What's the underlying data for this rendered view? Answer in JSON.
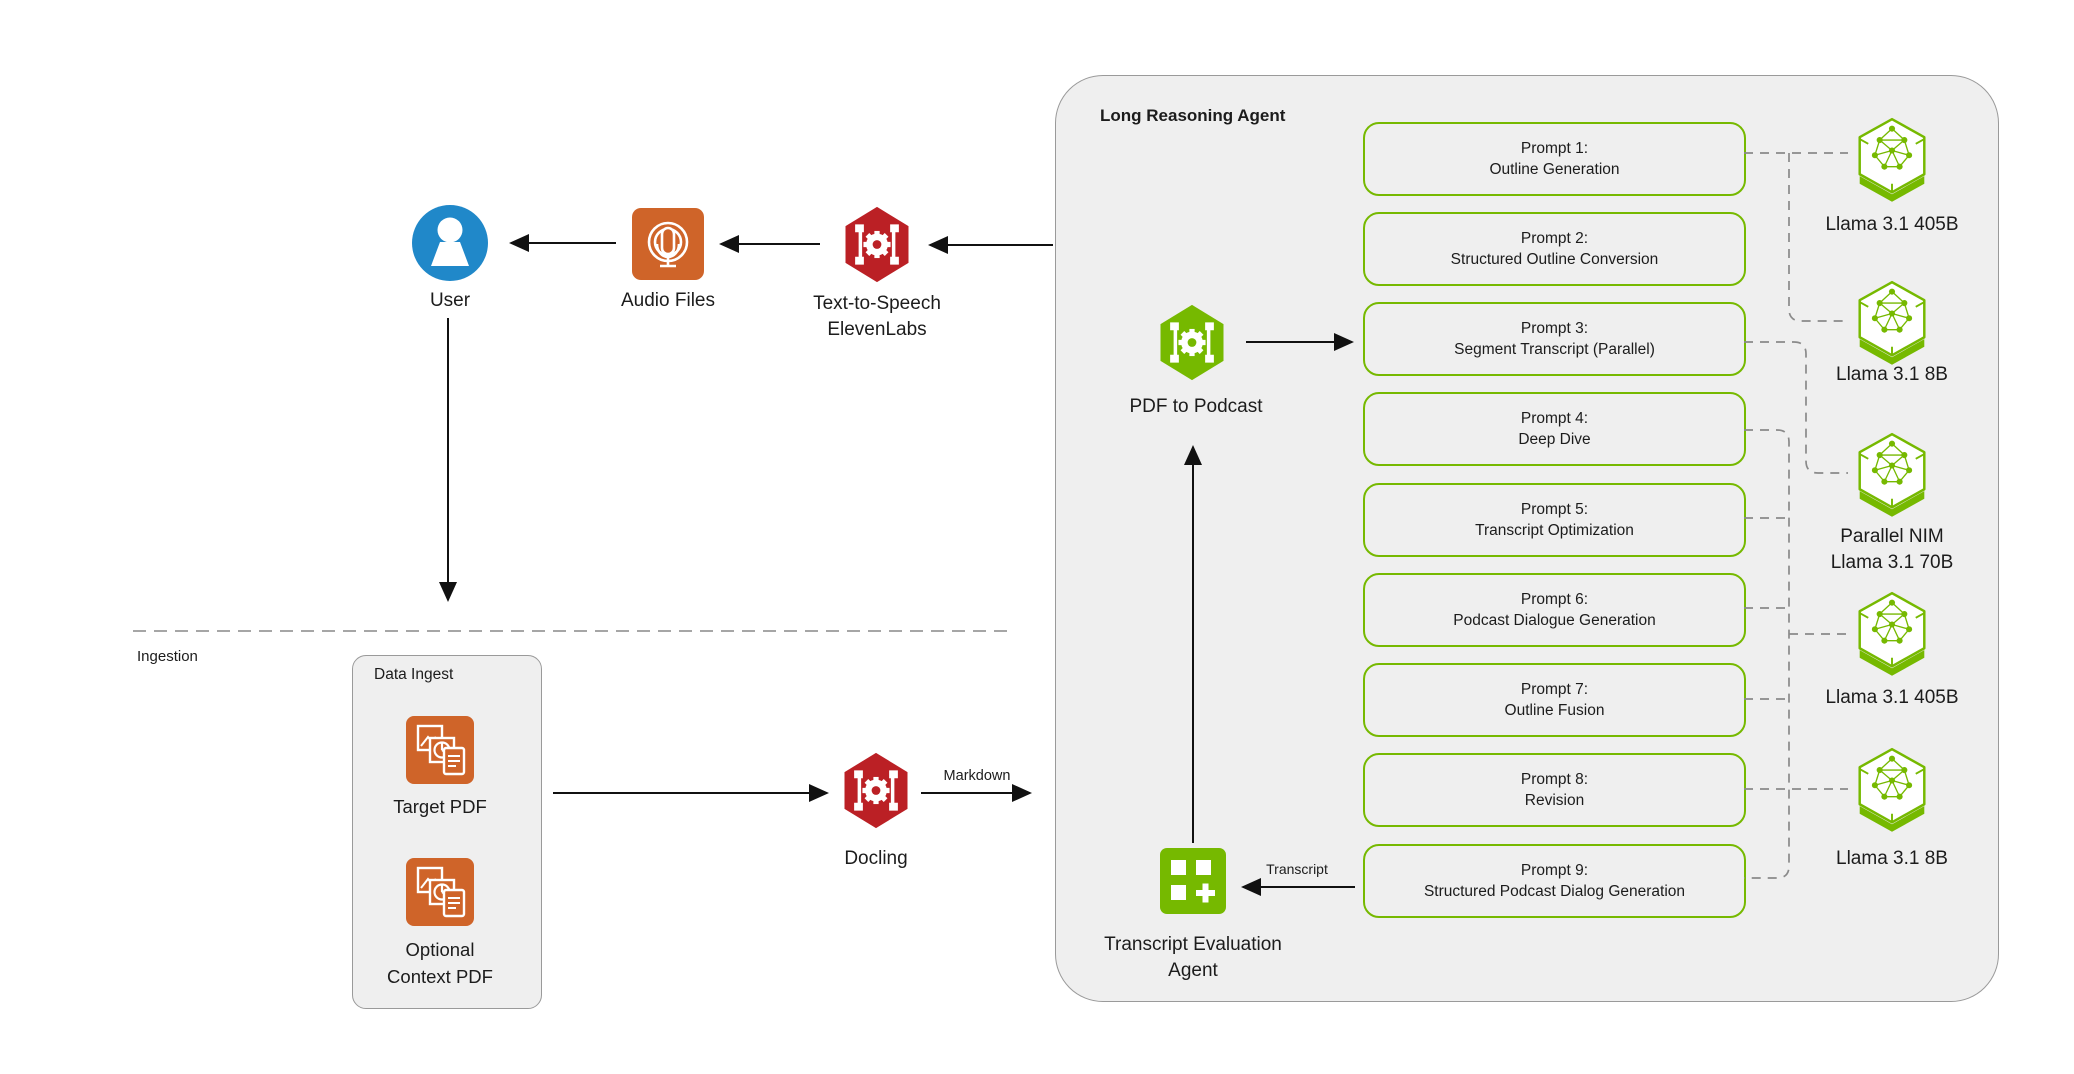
{
  "diagram": {
    "section_labels": {
      "long_reasoning_agent": "Long Reasoning Agent",
      "data_ingest": "Data Ingest",
      "ingestion": "Ingestion"
    },
    "edge_labels": {
      "markdown": "Markdown",
      "transcript": "Transcript"
    },
    "nodes": {
      "user": {
        "label": "User",
        "icon": "user-person-icon"
      },
      "audio_files": {
        "label": "Audio Files",
        "icon": "podcast-microphone-icon"
      },
      "text_to_speech": {
        "label_line1": "Text-to-Speech",
        "label_line2": "ElevenLabs",
        "icon": "nim-hexagon-gear-icon"
      },
      "target_pdf": {
        "label": "Target PDF",
        "icon": "documents-stack-icon"
      },
      "optional_context_pdf": {
        "label_line1": "Optional",
        "label_line2": "Context PDF",
        "icon": "documents-stack-icon"
      },
      "docling": {
        "label": "Docling",
        "icon": "nim-hexagon-gear-icon"
      },
      "pdf_to_podcast": {
        "label": "PDF to Podcast",
        "icon": "nim-hexagon-gear-icon"
      },
      "transcript_evaluation_agent": {
        "label_line1": "Transcript Evaluation",
        "label_line2": "Agent",
        "icon": "grid-plus-icon"
      }
    },
    "prompts": [
      {
        "title": "Prompt 1:",
        "subtitle": "Outline Generation"
      },
      {
        "title": "Prompt 2:",
        "subtitle": "Structured Outline Conversion"
      },
      {
        "title": "Prompt 3:",
        "subtitle": "Segment Transcript (Parallel)"
      },
      {
        "title": "Prompt 4:",
        "subtitle": "Deep Dive"
      },
      {
        "title": "Prompt 5:",
        "subtitle": "Transcript Optimization"
      },
      {
        "title": "Prompt 6:",
        "subtitle": "Podcast Dialogue Generation"
      },
      {
        "title": "Prompt 7:",
        "subtitle": "Outline Fusion"
      },
      {
        "title": "Prompt 8:",
        "subtitle": "Revision"
      },
      {
        "title": "Prompt 9:",
        "subtitle": "Structured Podcast Dialog Generation"
      }
    ],
    "models": [
      {
        "label_line1": "Llama 3.1 405B",
        "icon": "llama-nim-cube-icon"
      },
      {
        "label_line1": "Llama 3.1 8B",
        "icon": "llama-nim-cube-icon"
      },
      {
        "label_line1": "Parallel NIM",
        "label_line2": "Llama 3.1 70B",
        "icon": "llama-nim-cube-icon"
      },
      {
        "label_line1": "Llama 3.1 405B",
        "icon": "llama-nim-cube-icon"
      },
      {
        "label_line1": "Llama 3.1 8B",
        "icon": "llama-nim-cube-icon"
      }
    ],
    "colors": {
      "nvidia_green": "#76b900",
      "nim_red": "#bb2025",
      "data_orange": "#cf6429",
      "user_blue": "#2088c9",
      "container_fill": "#efefef",
      "container_border": "#9a9a9a",
      "connector_gray": "#8a8a8a"
    }
  }
}
